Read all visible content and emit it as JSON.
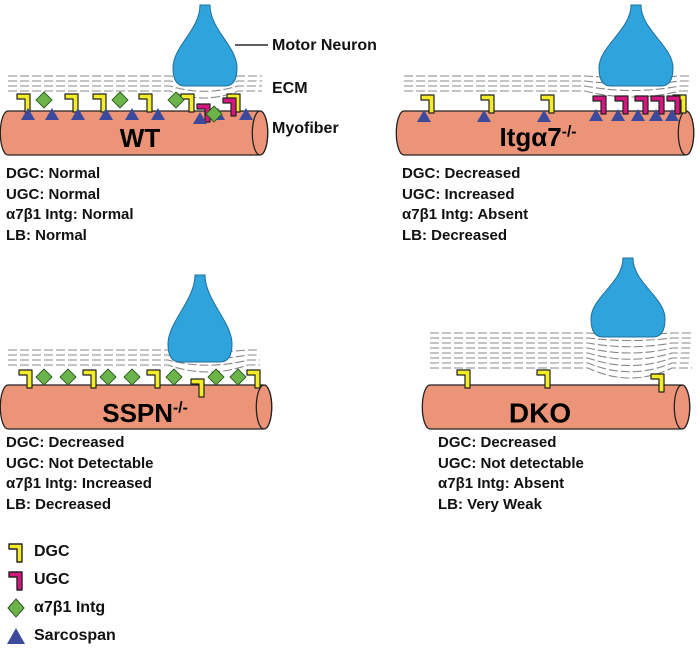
{
  "colors": {
    "myofiber": "#EC9478",
    "myofiber_stroke": "#222222",
    "neuron": "#2FA4DC",
    "dgc": "#F4EC26",
    "ugc": "#D6157F",
    "integrin": "#6CB34A",
    "sarcospan": "#3B4A9C",
    "ecm_line": "#888888"
  },
  "labels": {
    "motor_neuron": "Motor Neuron",
    "ecm": "ECM",
    "myofiber": "Myofiber"
  },
  "panels": [
    {
      "title": "WT",
      "sup": "",
      "lines": {
        "dgc": "DGC: Normal",
        "ugc": "UGC: Normal",
        "intg": "α7β1 Intg: Normal",
        "lb": "LB: Normal"
      }
    },
    {
      "title": "Itgα7",
      "sup": "-/-",
      "lines": {
        "dgc": "DGC: Decreased",
        "ugc": "UGC: Increased",
        "intg": "α7β1 Intg: Absent",
        "lb": "LB: Decreased"
      }
    },
    {
      "title": "SSPN",
      "sup": "-/-",
      "lines": {
        "dgc": "DGC: Decreased",
        "ugc": "UGC: Not Detectable",
        "intg": "α7β1 Intg: Increased",
        "lb": "LB: Decreased"
      }
    },
    {
      "title": "DKO",
      "sup": "",
      "lines": {
        "dgc": "DGC: Decreased",
        "ugc": "UGC: Not detectable",
        "intg": "α7β1 Intg: Absent",
        "lb": "LB: Very Weak"
      }
    }
  ],
  "legend": {
    "dgc": "DGC",
    "ugc": "UGC",
    "intg": "α7β1 Intg",
    "sarcospan": "Sarcospan"
  }
}
